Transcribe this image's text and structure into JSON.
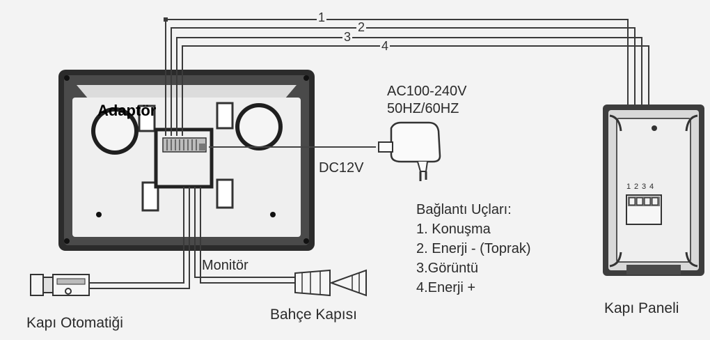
{
  "wire_numbers": [
    "1",
    "2",
    "3",
    "4"
  ],
  "labels": {
    "adapter": "Adaptör",
    "ac_line1": "AC100-240V",
    "ac_line2": "50HZ/60HZ",
    "dc": "DC12V",
    "monitor": "Monitör",
    "door_lock": "Kapı Otomatiği",
    "garden_gate": "Bahçe Kapısı",
    "door_panel": "Kapı Paneli"
  },
  "terminal_legend": {
    "title": "Bağlantı Uçları:",
    "items": [
      "1. Konuşma",
      "2. Enerji - (Toprak)",
      "3.Görüntü",
      "4.Enerji +"
    ]
  },
  "panel_terminal_numbers": [
    "1",
    "2",
    "3",
    "4"
  ],
  "colors": {
    "background": "#f3f3f3",
    "line": "#3a3a3a",
    "frame": "#2b2b2b"
  }
}
